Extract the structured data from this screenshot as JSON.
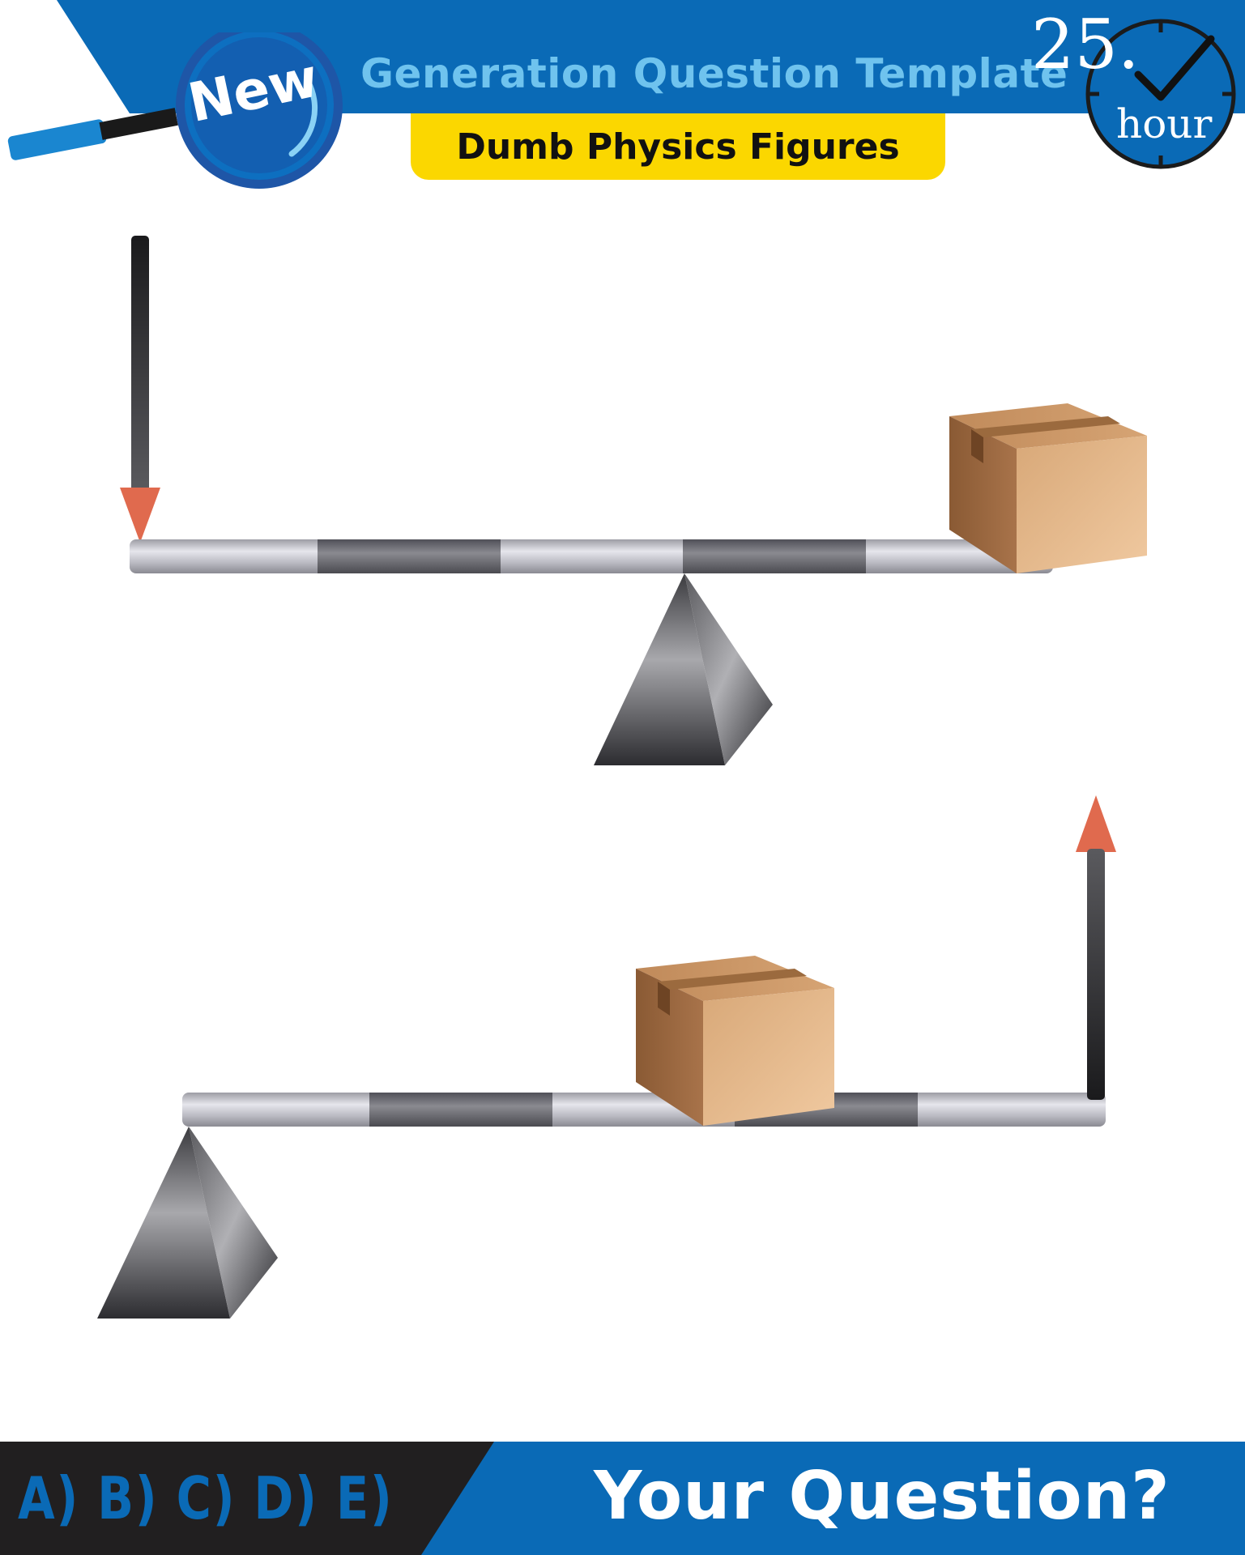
{
  "header": {
    "title": "Generation Question Template",
    "subtitle": "Dumb Physics Figures",
    "badge": "New",
    "clock_number": "25.",
    "clock_unit": "hour"
  },
  "footer": {
    "answer_choices": "A) B) C) D) E)",
    "question_prompt": "Your Question?"
  },
  "colors": {
    "brand_blue": "#0a6ab6",
    "title_light_blue": "#6fc3ee",
    "subtitle_yellow": "#fbd700",
    "footer_black": "#211f20",
    "arrow_head": "#e06a4e",
    "box_brown": "#c99a6a"
  },
  "icons": [
    "magnifier-icon",
    "clock-icon",
    "checkmark-icon"
  ]
}
